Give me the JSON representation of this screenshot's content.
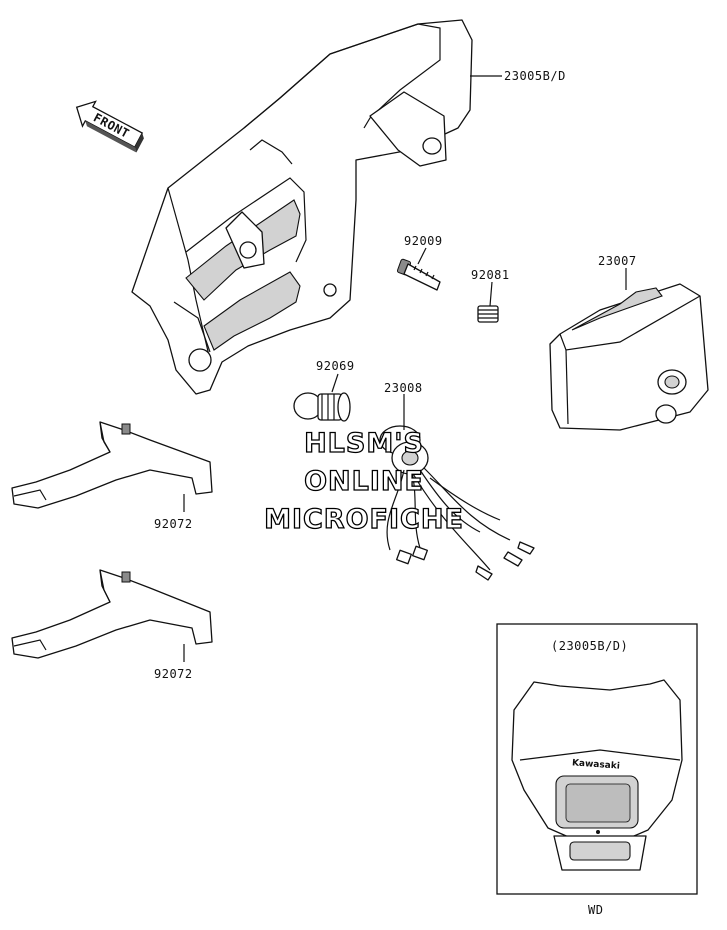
{
  "direction_arrow": {
    "label": "FRONT"
  },
  "callouts": {
    "headlight_cover": "23005B/D",
    "screw": "92009",
    "clip": "92081",
    "headlight": "23007",
    "bulb": "92069",
    "socket": "23008",
    "bracket_upper": "92072",
    "bracket_lower": "92072"
  },
  "variant_inset": {
    "title": "(23005B/D)",
    "brand_text": "Kawasaki",
    "footer": "WD"
  },
  "watermark": {
    "line1": "HLSM'S",
    "line2": "ONLINE",
    "line3": "MICROFICHE"
  }
}
